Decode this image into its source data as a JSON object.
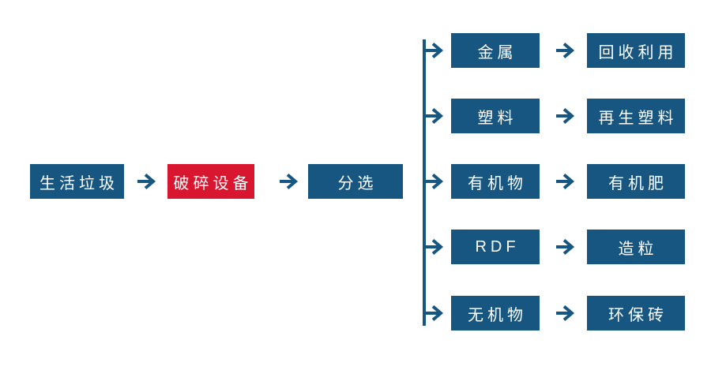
{
  "diagram": {
    "background_color": "#ffffff",
    "colors": {
      "node_blue": "#175680",
      "node_red": "#d9162f",
      "node_text": "#ffffff",
      "connector": "#175680"
    },
    "icons": {
      "arrow_right": "→"
    },
    "main_flow": {
      "source_label": "生活垃圾",
      "crusher_label": "破碎设备",
      "sorting_label": "分选"
    },
    "branches": [
      {
        "category": "金属",
        "outcome": "回收利用"
      },
      {
        "category": "塑料",
        "outcome": "再生塑料"
      },
      {
        "category": "有机物",
        "outcome": "有机肥"
      },
      {
        "category": "RDF",
        "outcome": "造粒"
      },
      {
        "category": "无机物",
        "outcome": "环保砖"
      }
    ]
  }
}
